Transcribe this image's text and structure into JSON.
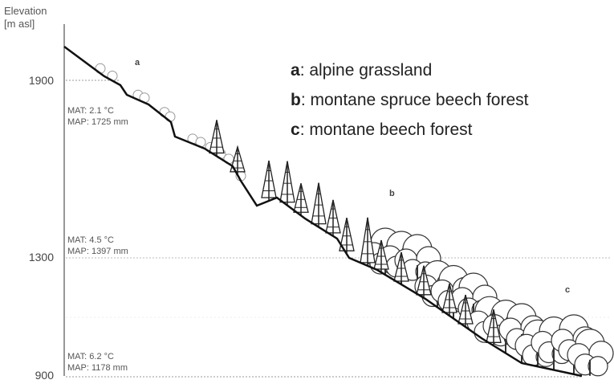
{
  "axis": {
    "label_line1": "Elevation",
    "label_line2": "[m asl]",
    "ticks": [
      "1900",
      "1300",
      "900"
    ]
  },
  "climate": [
    {
      "mat": "MAT: 2.1 °C",
      "map": "MAP: 1725 mm"
    },
    {
      "mat": "MAT: 4.5 °C",
      "map": "MAP: 1397 mm"
    },
    {
      "mat": "MAT: 6.2 °C",
      "map": "MAP: 1178 mm"
    }
  ],
  "zone_labels": [
    "a",
    "b",
    "c"
  ],
  "legend": [
    {
      "key": "a",
      "text": ": alpine grassland"
    },
    {
      "key": "b",
      "text": ": montane spruce beech forest"
    },
    {
      "key": "c",
      "text": ": montane beech forest"
    }
  ]
}
